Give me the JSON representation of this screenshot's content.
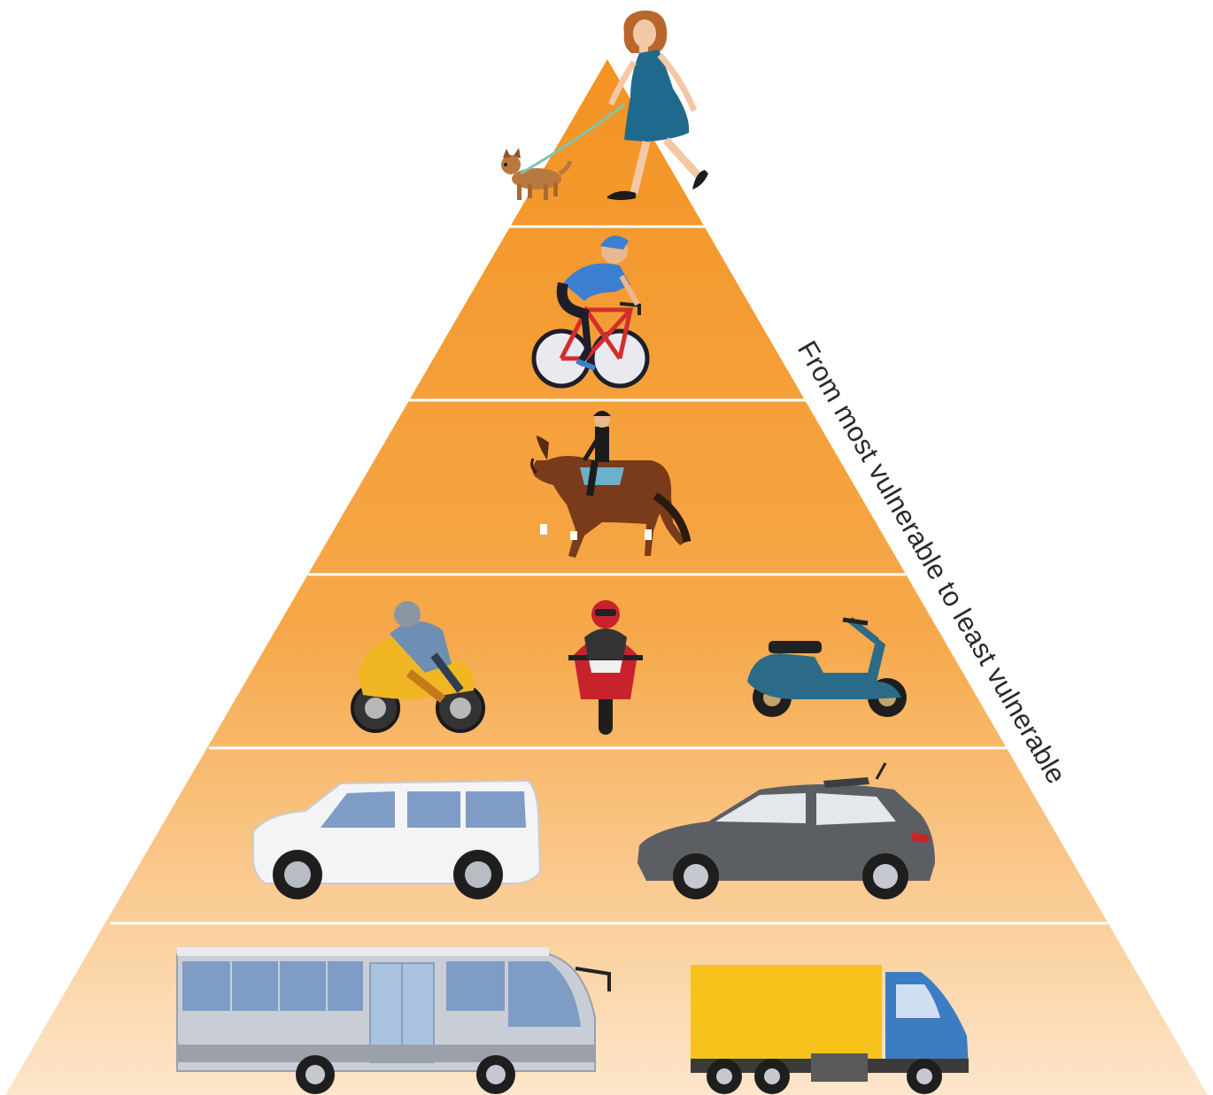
{
  "diagram": {
    "caption": "From most vulnerable to least vulnerable",
    "colors": {
      "tier_top": "#f39322",
      "tier_bottom": "#fde3c4",
      "divider": "#ffffff",
      "background": "#ffffff"
    },
    "tiers": [
      {
        "rank": 1,
        "items": [
          {
            "name": "pedestrian",
            "icon": "pedestrian-with-dog-icon"
          }
        ]
      },
      {
        "rank": 2,
        "items": [
          {
            "name": "cyclist",
            "icon": "cyclist-icon"
          }
        ]
      },
      {
        "rank": 3,
        "items": [
          {
            "name": "horse-rider",
            "icon": "horse-rider-icon"
          }
        ]
      },
      {
        "rank": 4,
        "items": [
          {
            "name": "sport-motorcycle",
            "icon": "sport-motorcycle-icon"
          },
          {
            "name": "motorcycle-front",
            "icon": "motorcycle-front-icon"
          },
          {
            "name": "scooter",
            "icon": "scooter-icon"
          }
        ]
      },
      {
        "rank": 5,
        "items": [
          {
            "name": "minivan",
            "icon": "minivan-icon"
          },
          {
            "name": "hatchback-car",
            "icon": "hatchback-car-icon"
          }
        ]
      },
      {
        "rank": 6,
        "items": [
          {
            "name": "bus",
            "icon": "bus-icon"
          },
          {
            "name": "truck",
            "icon": "truck-icon"
          }
        ]
      }
    ]
  }
}
